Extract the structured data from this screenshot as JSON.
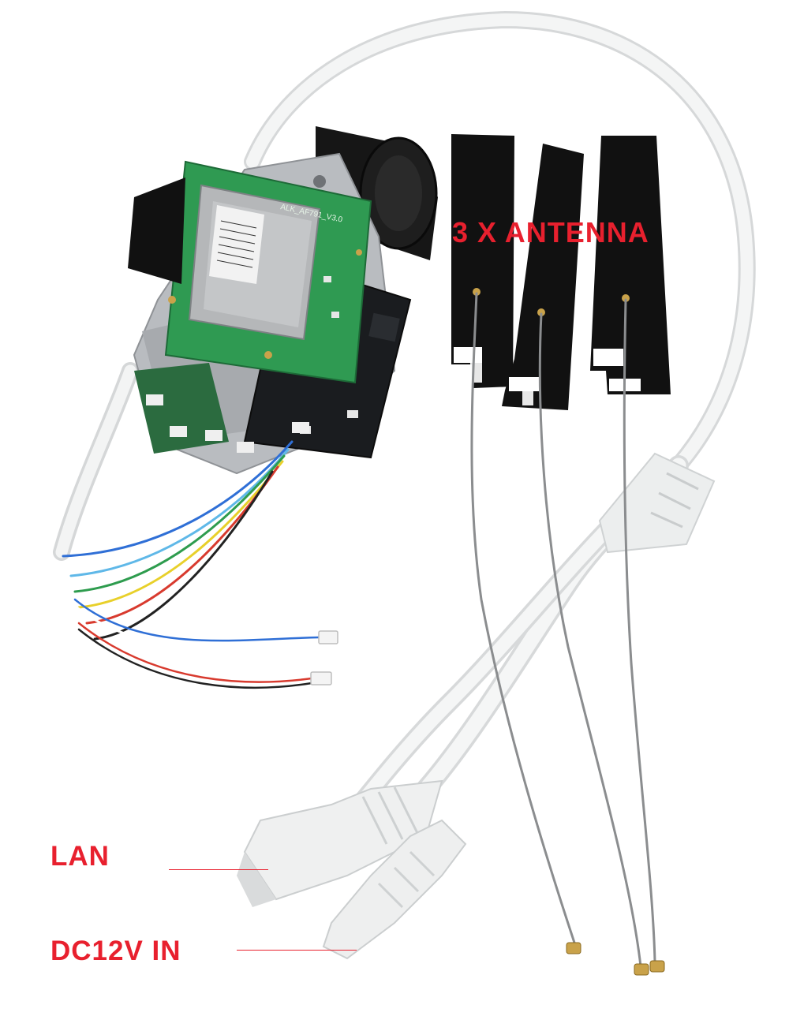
{
  "labels": {
    "antenna": "3 X ANTENNA",
    "lan": "LAN",
    "dc_in": "DC12V IN"
  },
  "board_print": {
    "board_id": "ALK_AF791_V3.0"
  },
  "colors": {
    "label_red": "#e8202e",
    "pcb_green": "#2f9a52",
    "cable_white": "#f2f3f3",
    "antenna_black": "#111111",
    "module_silver": "#b9bcc0",
    "coax_gray": "#8b8d8f"
  }
}
